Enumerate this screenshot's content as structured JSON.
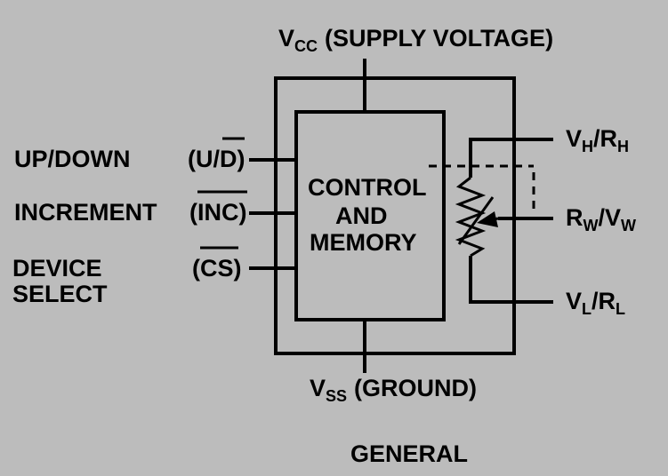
{
  "supply": {
    "v": "V",
    "sub": "CC",
    "text": "(SUPPLY VOLTAGE)"
  },
  "ground": {
    "v": "V",
    "sub": "SS",
    "text": "(GROUND)"
  },
  "inputs": [
    {
      "name": "UP/DOWN",
      "pin_open": "(U/",
      "pin_bar": "D",
      "pin_close": ")"
    },
    {
      "name": "INCREMENT",
      "pin_open": "(",
      "pin_bar": "INC",
      "pin_close": ")"
    },
    {
      "name_line1": "DEVICE",
      "name_line2": "SELECT",
      "pin_open": "(",
      "pin_bar": "CS",
      "pin_close": ")"
    }
  ],
  "core": {
    "line1": "CONTROL",
    "line2": "AND",
    "line3": "MEMORY"
  },
  "outputs": {
    "high": {
      "v": "V",
      "v_sub": "H",
      "sep": "/R",
      "r_sub": "H"
    },
    "wiper": {
      "v": "R",
      "v_sub": "W",
      "sep": "/V",
      "r_sub": "W"
    },
    "low": {
      "v": "V",
      "v_sub": "L",
      "sep": "/R",
      "r_sub": "L"
    }
  },
  "caption": "GENERAL"
}
